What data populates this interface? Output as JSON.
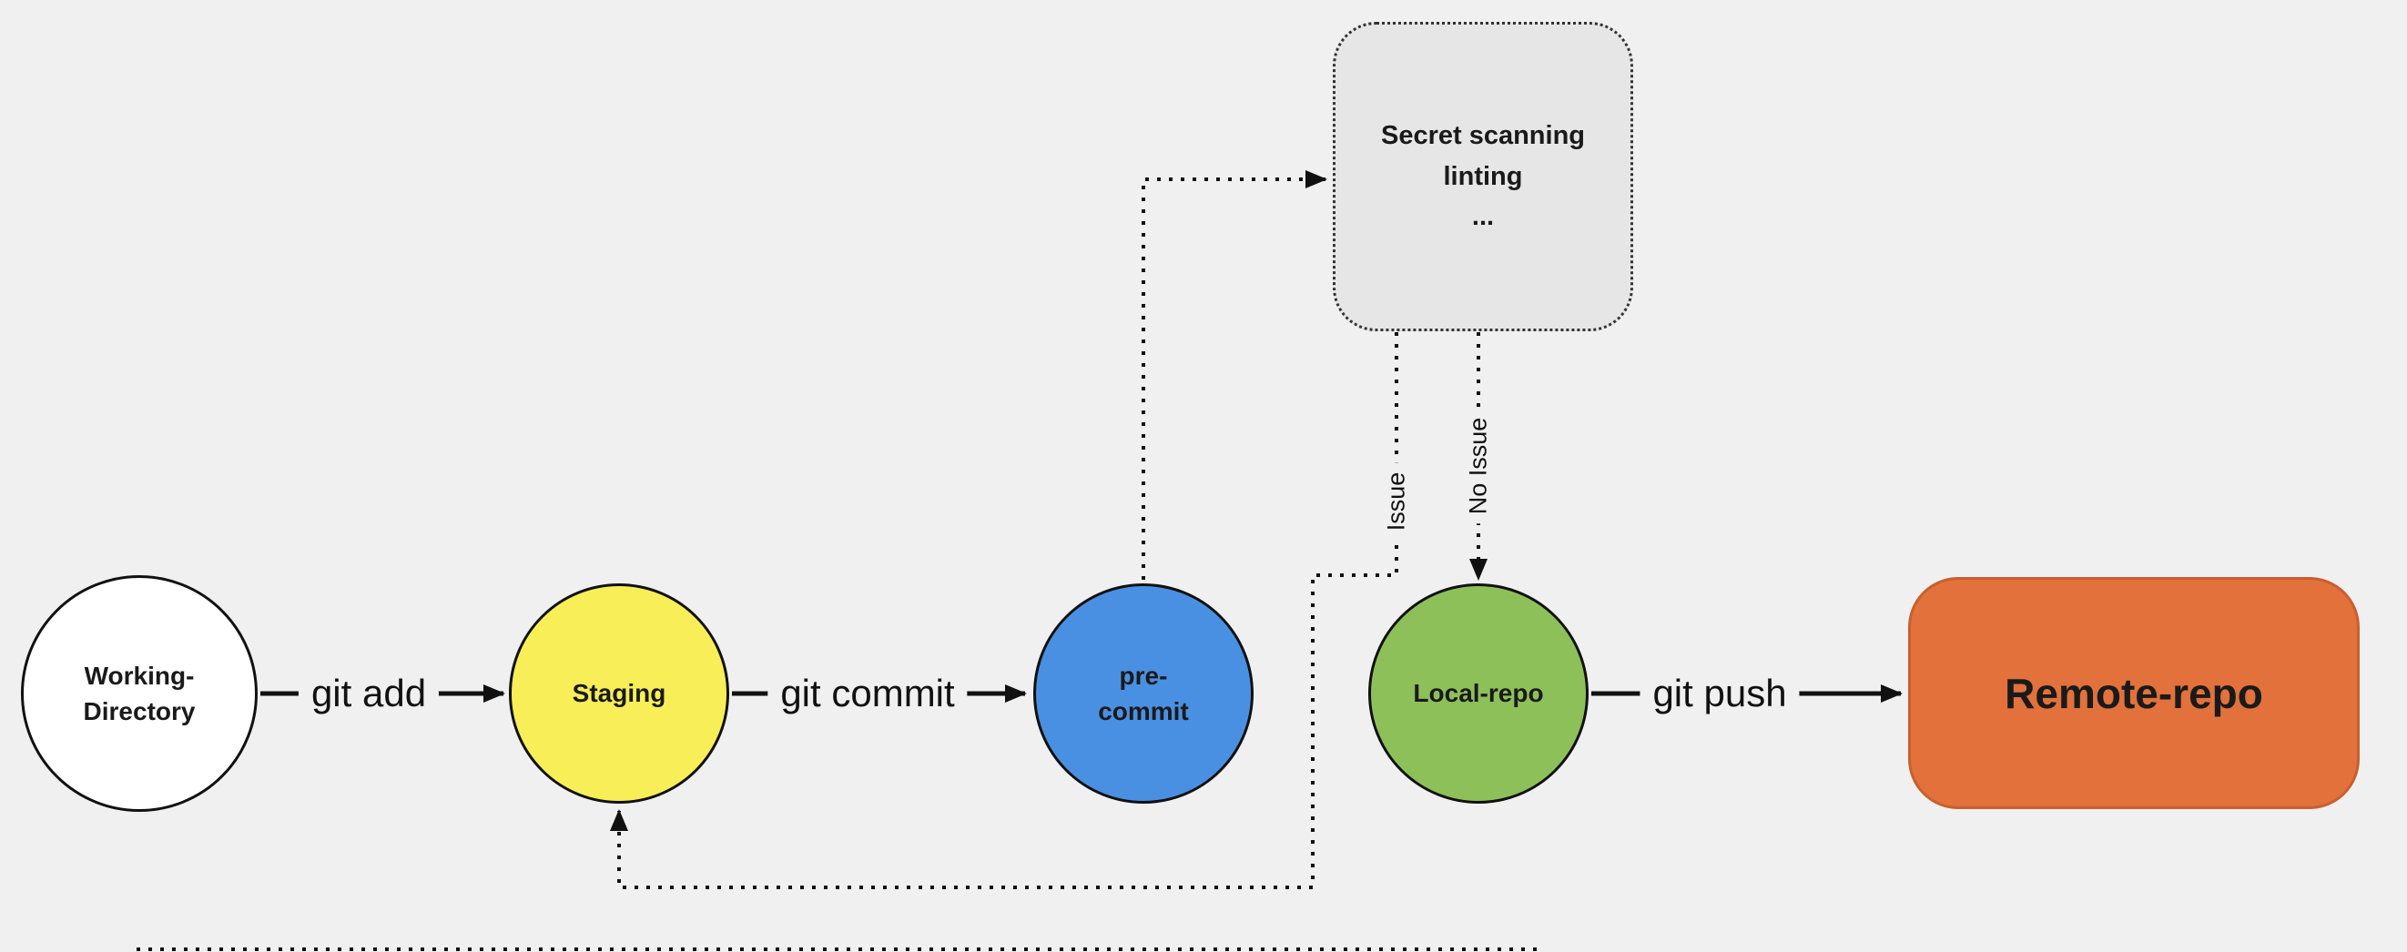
{
  "diagram": {
    "background": "#f0f0f0",
    "nodes": {
      "working_directory": {
        "label": "Working-\nDirectory",
        "shape": "circle",
        "fill": "#ffffff",
        "border": "#111111"
      },
      "staging": {
        "label": "Staging",
        "shape": "circle",
        "fill": "#f8ee58",
        "border": "#111111"
      },
      "pre_commit": {
        "label": "pre-\ncommit",
        "shape": "circle",
        "fill": "#4a90e2",
        "border": "#111111"
      },
      "secret_scanning": {
        "label": "Secret scanning\nlinting\n...",
        "shape": "rounded-rect-dotted",
        "fill": "#e6e6e6",
        "border": "#333333"
      },
      "local_repo": {
        "label": "Local-repo",
        "shape": "circle",
        "fill": "#8ec05a",
        "border": "#111111"
      },
      "remote_repo": {
        "label": "Remote-repo",
        "shape": "rounded-rect",
        "fill": "#e2713b"
      }
    },
    "edges": [
      {
        "from": "working_directory",
        "to": "staging",
        "label": "git add",
        "style": "solid"
      },
      {
        "from": "staging",
        "to": "pre_commit",
        "label": "git commit",
        "style": "solid"
      },
      {
        "from": "pre_commit",
        "to": "secret_scanning",
        "label": "",
        "style": "dotted"
      },
      {
        "from": "secret_scanning",
        "to": "staging",
        "label": "Issue",
        "style": "dotted"
      },
      {
        "from": "secret_scanning",
        "to": "local_repo",
        "label": "No Issue",
        "style": "dotted"
      },
      {
        "from": "local_repo",
        "to": "remote_repo",
        "label": "git push",
        "style": "solid"
      }
    ]
  }
}
